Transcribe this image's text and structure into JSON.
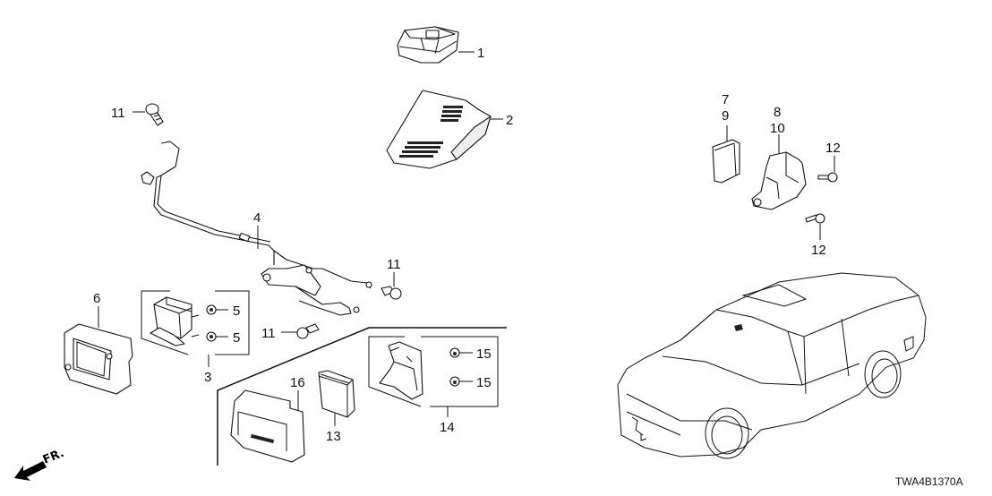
{
  "diagram": {
    "type": "exploded-parts-diagram",
    "subject": "Front sensor camera / radar assembly",
    "diagram_code": "TWA4B1370A",
    "direction_indicator": "FR.",
    "callouts": [
      {
        "id": "c1",
        "label": "1"
      },
      {
        "id": "c2",
        "label": "2"
      },
      {
        "id": "c3",
        "label": "3"
      },
      {
        "id": "c4",
        "label": "4"
      },
      {
        "id": "c5a",
        "label": "5"
      },
      {
        "id": "c5b",
        "label": "5"
      },
      {
        "id": "c6",
        "label": "6"
      },
      {
        "id": "c7",
        "label": "7"
      },
      {
        "id": "c8",
        "label": "8"
      },
      {
        "id": "c9",
        "label": "9"
      },
      {
        "id": "c10",
        "label": "10"
      },
      {
        "id": "c11a",
        "label": "11"
      },
      {
        "id": "c11b",
        "label": "11"
      },
      {
        "id": "c11c",
        "label": "11"
      },
      {
        "id": "c12a",
        "label": "12"
      },
      {
        "id": "c12b",
        "label": "12"
      },
      {
        "id": "c13",
        "label": "13"
      },
      {
        "id": "c14",
        "label": "14"
      },
      {
        "id": "c15a",
        "label": "15"
      },
      {
        "id": "c15b",
        "label": "15"
      },
      {
        "id": "c16",
        "label": "16"
      }
    ],
    "icons": {
      "front_arrow": "arrow-left-down-icon"
    }
  }
}
